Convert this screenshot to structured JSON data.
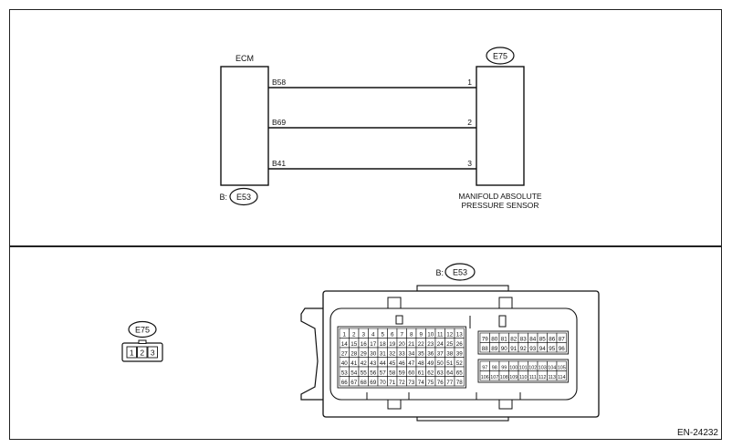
{
  "wiring": {
    "ecm_label": "ECM",
    "sensor_connector_id": "E75",
    "ecm_connector_prefix": "B:",
    "ecm_connector_id": "E53",
    "sensor_name_line1": "MANIFOLD ABSOLUTE",
    "sensor_name_line2": "PRESSURE SENSOR",
    "wires": [
      {
        "ecm_pin": "B58",
        "sensor_pin": "1"
      },
      {
        "ecm_pin": "B69",
        "sensor_pin": "2"
      },
      {
        "ecm_pin": "B41",
        "sensor_pin": "3"
      }
    ]
  },
  "connectors": {
    "e75": {
      "id": "E75",
      "pins": [
        "1",
        "2",
        "3"
      ]
    },
    "e53": {
      "prefix": "B:",
      "id": "E53",
      "left_block_rows": [
        [
          "1",
          "2",
          "3",
          "4",
          "5",
          "6",
          "7",
          "8",
          "9",
          "10",
          "11",
          "12",
          "13"
        ],
        [
          "14",
          "15",
          "16",
          "17",
          "18",
          "19",
          "20",
          "21",
          "22",
          "23",
          "24",
          "25",
          "26"
        ],
        [
          "27",
          "28",
          "29",
          "30",
          "31",
          "32",
          "33",
          "34",
          "35",
          "36",
          "37",
          "38",
          "39"
        ],
        [
          "40",
          "41",
          "42",
          "43",
          "44",
          "45",
          "46",
          "47",
          "48",
          "49",
          "50",
          "51",
          "52"
        ],
        [
          "53",
          "54",
          "55",
          "56",
          "57",
          "58",
          "59",
          "60",
          "61",
          "62",
          "63",
          "64",
          "65"
        ],
        [
          "66",
          "67",
          "68",
          "69",
          "70",
          "71",
          "72",
          "73",
          "74",
          "75",
          "76",
          "77",
          "78"
        ]
      ],
      "right_top_rows": [
        [
          "79",
          "80",
          "81",
          "82",
          "83",
          "84",
          "85",
          "86",
          "87"
        ],
        [
          "88",
          "89",
          "90",
          "91",
          "92",
          "93",
          "94",
          "95",
          "96"
        ]
      ],
      "right_bottom_rows": [
        [
          "97",
          "98",
          "99",
          "100",
          "101",
          "102",
          "103",
          "104",
          "105"
        ],
        [
          "106",
          "107",
          "108",
          "109",
          "110",
          "111",
          "112",
          "113",
          "114"
        ]
      ]
    }
  },
  "figure_code": "EN-24232"
}
